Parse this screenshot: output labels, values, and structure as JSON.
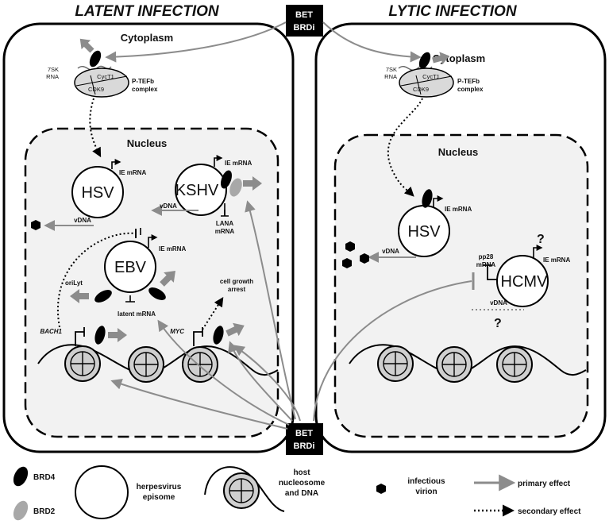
{
  "titles": {
    "latent": "LATENT INFECTION",
    "lytic": "LYTIC INFECTION"
  },
  "compartments": {
    "cytoplasm": "Cytoplasm",
    "nucleus": "Nucleus"
  },
  "bet_label": [
    "BET",
    "BRDi"
  ],
  "ptefb": {
    "rna": [
      "7SK",
      "RNA"
    ],
    "cyct1": "CycT1",
    "cdk9": "CDK9",
    "complex": [
      "P-TEFb",
      "complex"
    ]
  },
  "viruses": {
    "hsv": "HSV",
    "kshv": "KSHV",
    "ebv": "EBV",
    "hcmv": "HCMV"
  },
  "labels": {
    "ie_mrna": "IE mRNA",
    "vdna": "vDNA",
    "lana_mrna": [
      "LANA",
      "mRNA"
    ],
    "orilyt": "oriLyt",
    "latent_mrna": "latent mRNA",
    "cell_growth": [
      "cell growth",
      "arrest"
    ],
    "bach1": "BACH1",
    "myc": "MYC",
    "pp28_mrna": [
      "pp28",
      "mRNA"
    ],
    "unknown": "?"
  },
  "legend": {
    "brd4": "BRD4",
    "brd2": "BRD2",
    "episome": [
      "herpesvirus",
      "episome"
    ],
    "nucleosome": [
      "host",
      "nucleosome",
      "and DNA"
    ],
    "virion": [
      "infectious",
      "virion"
    ],
    "primary": "primary effect",
    "secondary": "secondary effect"
  },
  "colors": {
    "arrow_gray": "#8c8c8c",
    "fill_light": "#f2f2f2",
    "nucleosome_fill": "#cfcfcf",
    "brd4": "#000000",
    "brd2": "#a8a8a8",
    "bet_box": "#000000"
  }
}
